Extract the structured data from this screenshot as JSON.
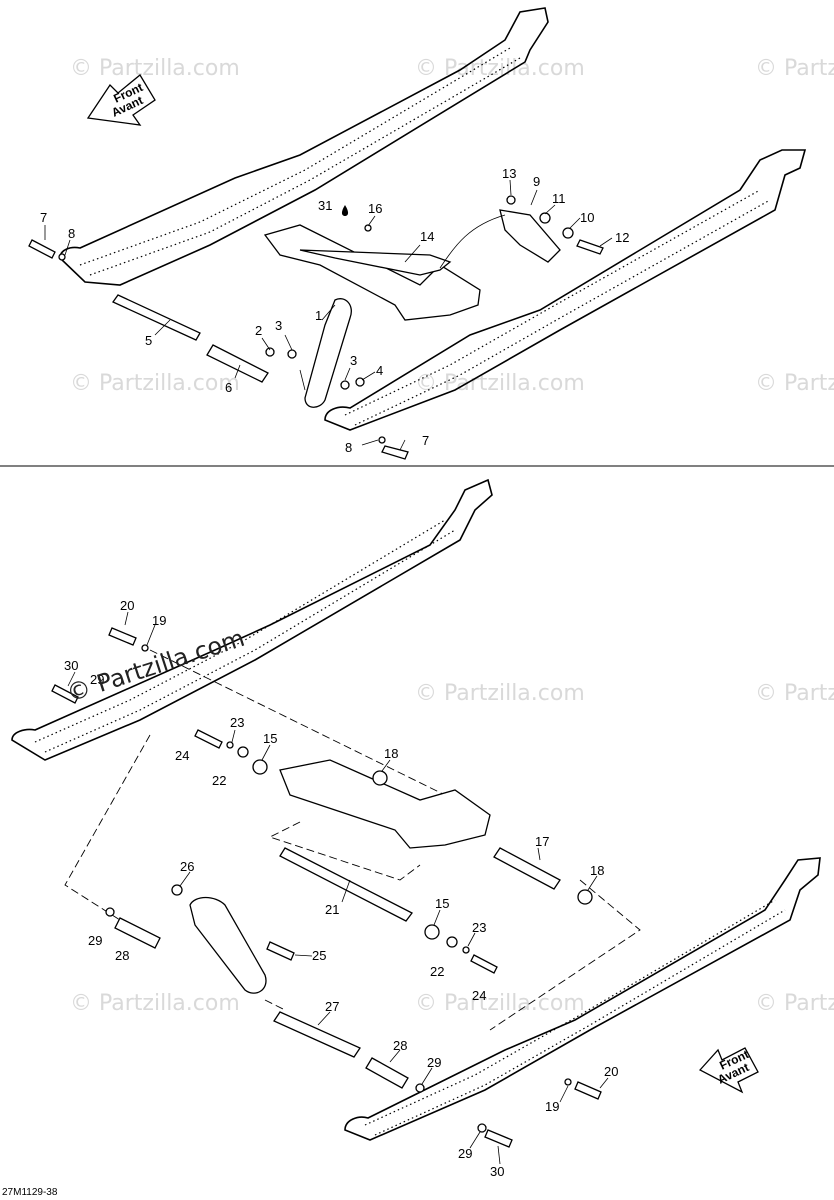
{
  "watermark": {
    "text": "© Partzilla.com",
    "short": "© Partzilla"
  },
  "direction_arrows": {
    "line1": "Front",
    "line2": "Avant"
  },
  "figure_code": "27M1129-38",
  "callouts": [
    "1",
    "2",
    "3",
    "3",
    "4",
    "5",
    "6",
    "7",
    "7",
    "8",
    "8",
    "9",
    "10",
    "11",
    "12",
    "13",
    "14",
    "16",
    "31",
    "15",
    "15",
    "17",
    "18",
    "18",
    "19",
    "19",
    "20",
    "20",
    "21",
    "22",
    "22",
    "23",
    "23",
    "24",
    "24",
    "25",
    "26",
    "27",
    "28",
    "28",
    "29",
    "29",
    "29",
    "30",
    "30"
  ]
}
